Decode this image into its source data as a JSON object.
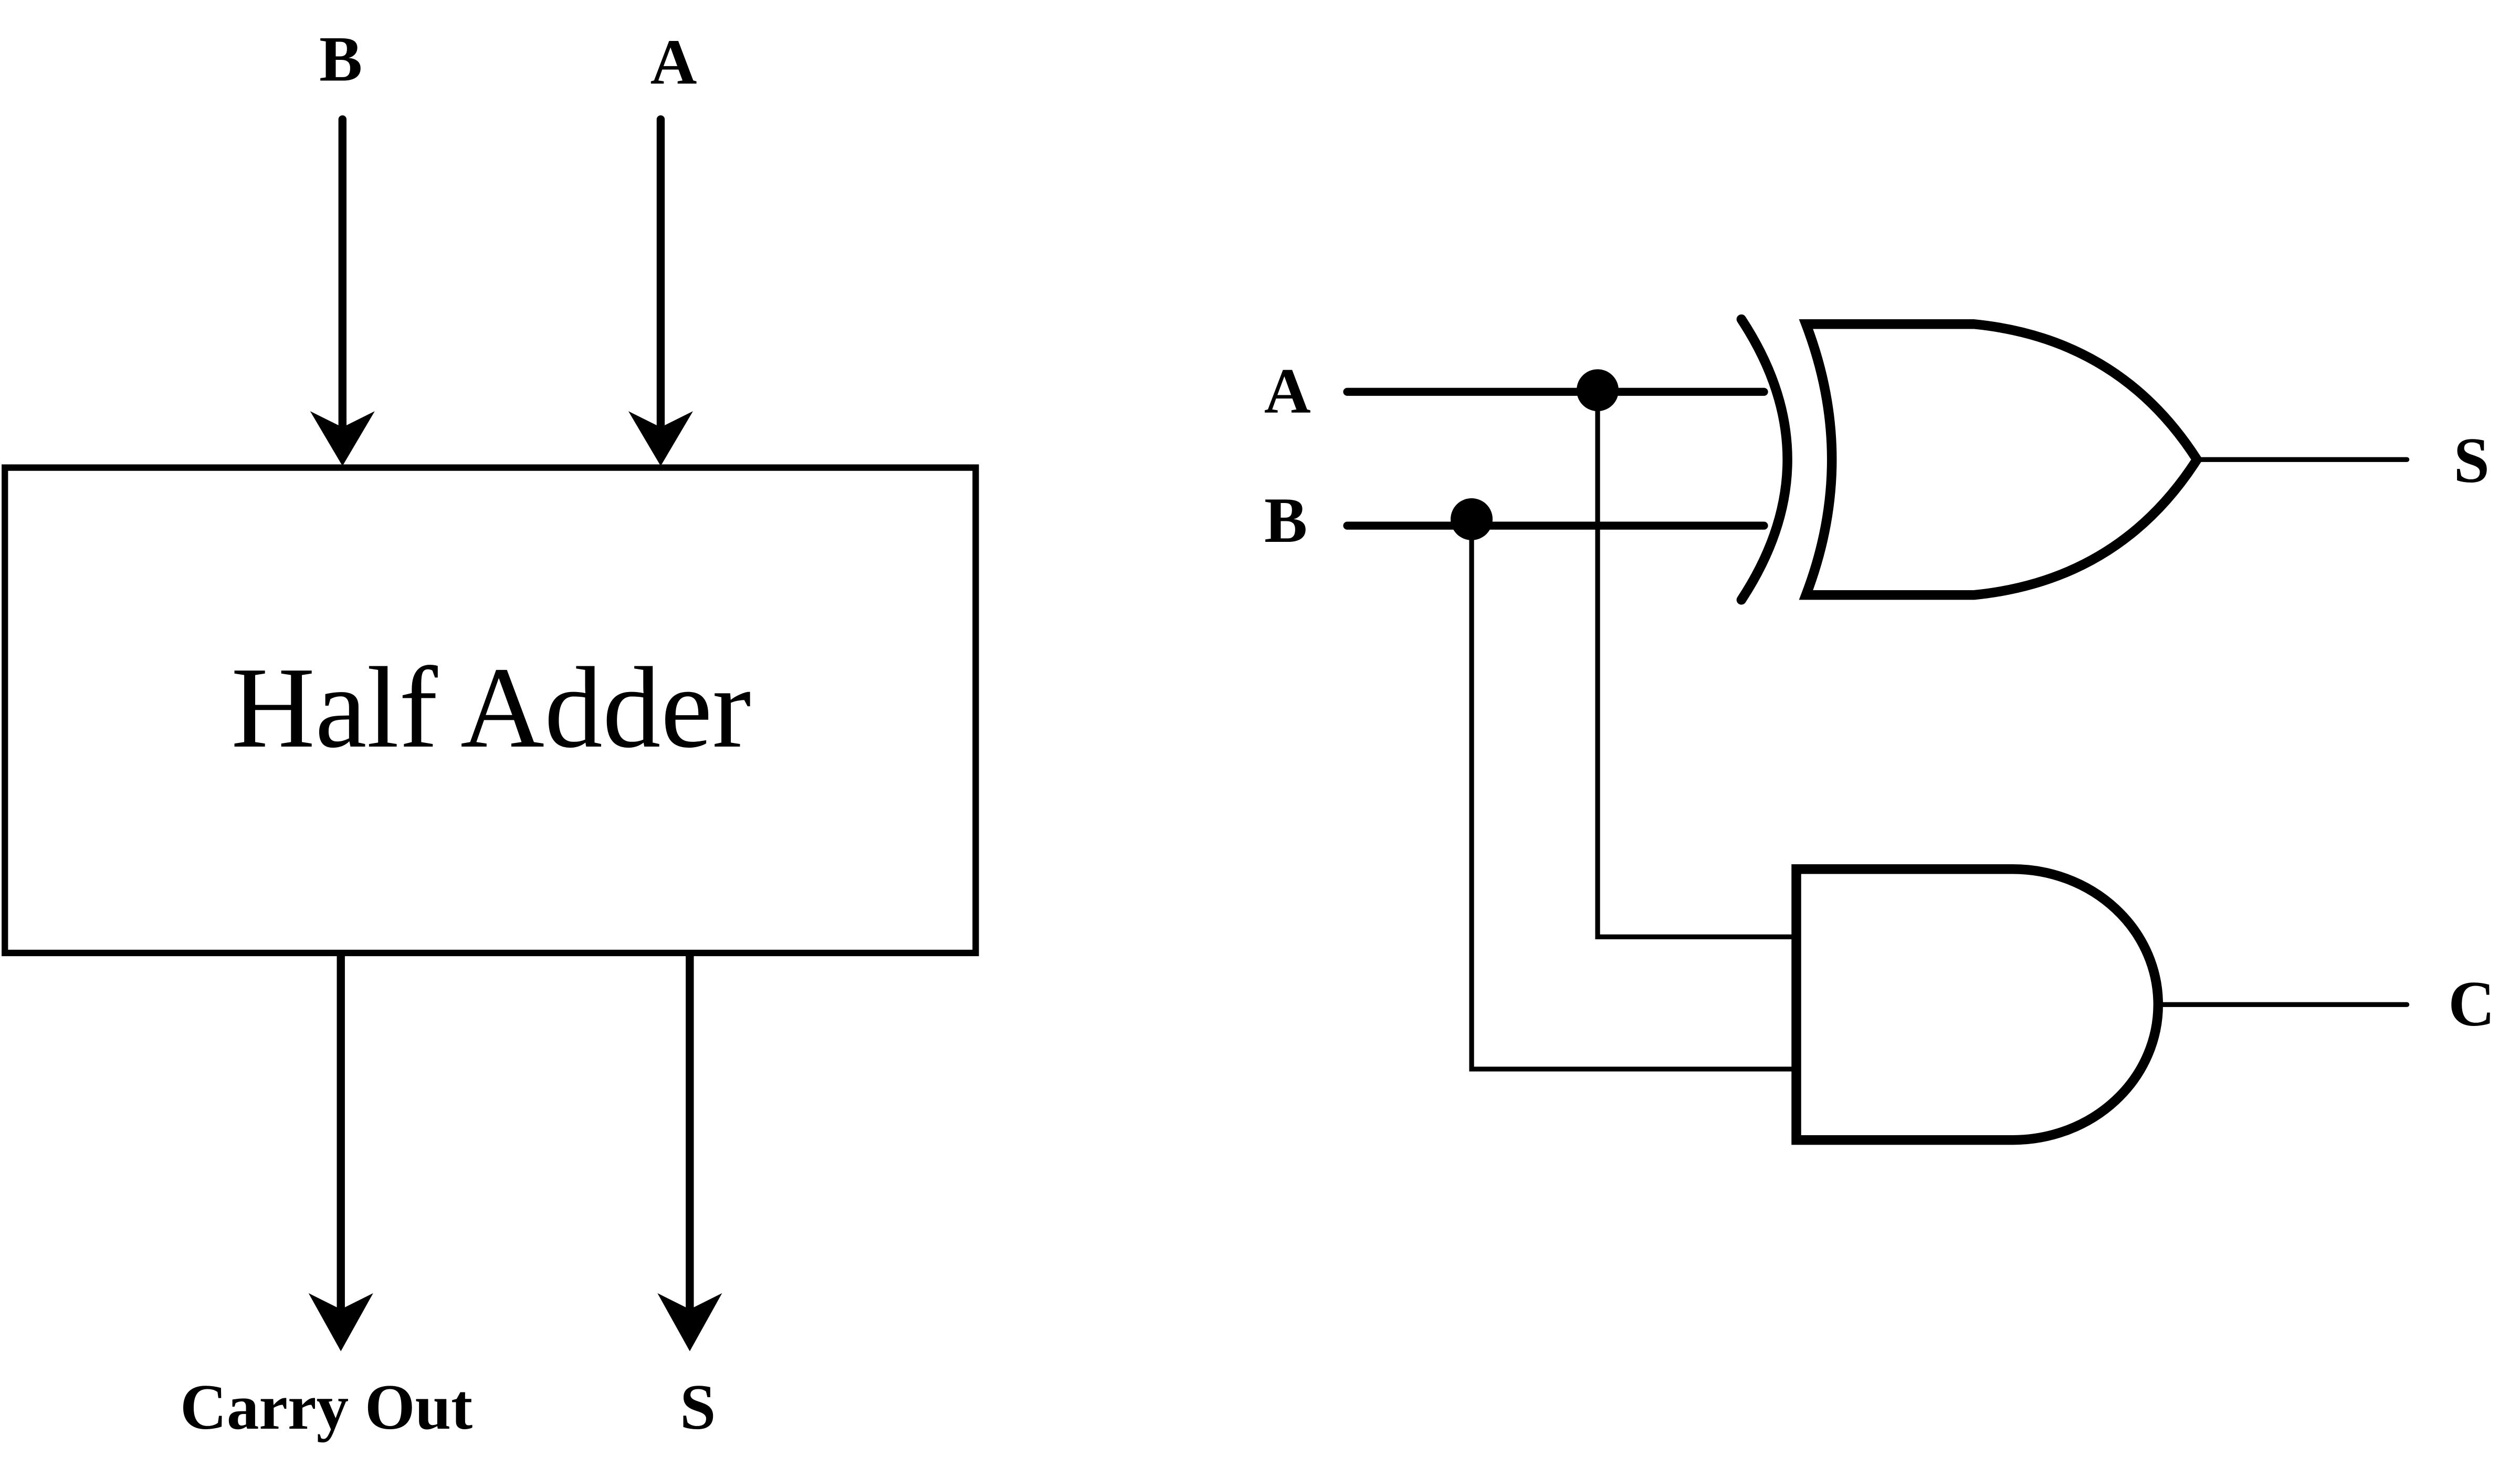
{
  "block": {
    "title": "Half Adder",
    "inputs": [
      "B",
      "A"
    ],
    "outputs": [
      "Carry Out",
      "S"
    ]
  },
  "circuit": {
    "inputs": [
      "A",
      "B"
    ],
    "outputs": [
      "S",
      "C"
    ],
    "gates": [
      "xor",
      "and"
    ]
  },
  "colors": {
    "stroke": "#000000",
    "background": "#ffffff"
  }
}
